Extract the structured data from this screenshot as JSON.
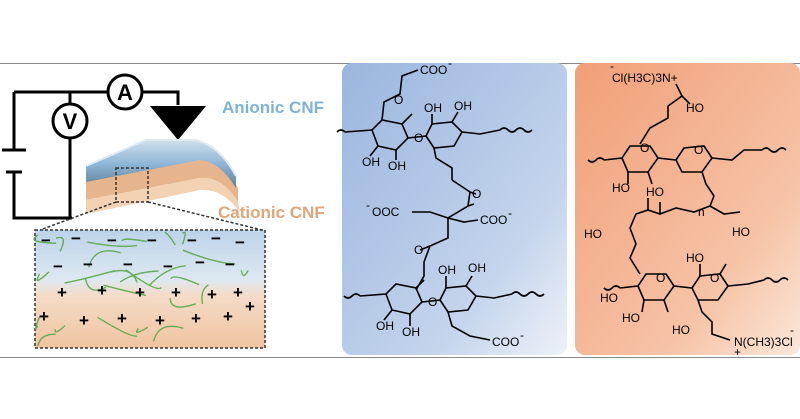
{
  "meter_labels": {
    "ammeter": "A",
    "voltmeter": "V"
  },
  "layer_labels": {
    "anionic": "Anionic CNF",
    "cationic": "Cationic CNF"
  },
  "colors": {
    "anionic": "#7fb2d8",
    "cationic": "#e0a57a",
    "fiber": "#5aa84a",
    "anionic_panel": "#9fb9e0",
    "cationic_panel": "#f0a57e"
  },
  "charges": {
    "negative": "−",
    "positive": "+"
  },
  "anionic_structure": {
    "coo_top": "COO",
    "coo_left": "OOC",
    "coo_right": "COO",
    "coo_bottom": "COO",
    "charge": "-",
    "hydroxyl": "OH",
    "oxygen": "O"
  },
  "cationic_structure": {
    "ammonium_top": "Cl(H3C)3N+",
    "ammonium_bottom": "N(CH3)3Cl",
    "charge_minus": "-",
    "charge_plus": "+",
    "hydroxyl": "HO",
    "repeat": "n",
    "oxygen": "O"
  }
}
